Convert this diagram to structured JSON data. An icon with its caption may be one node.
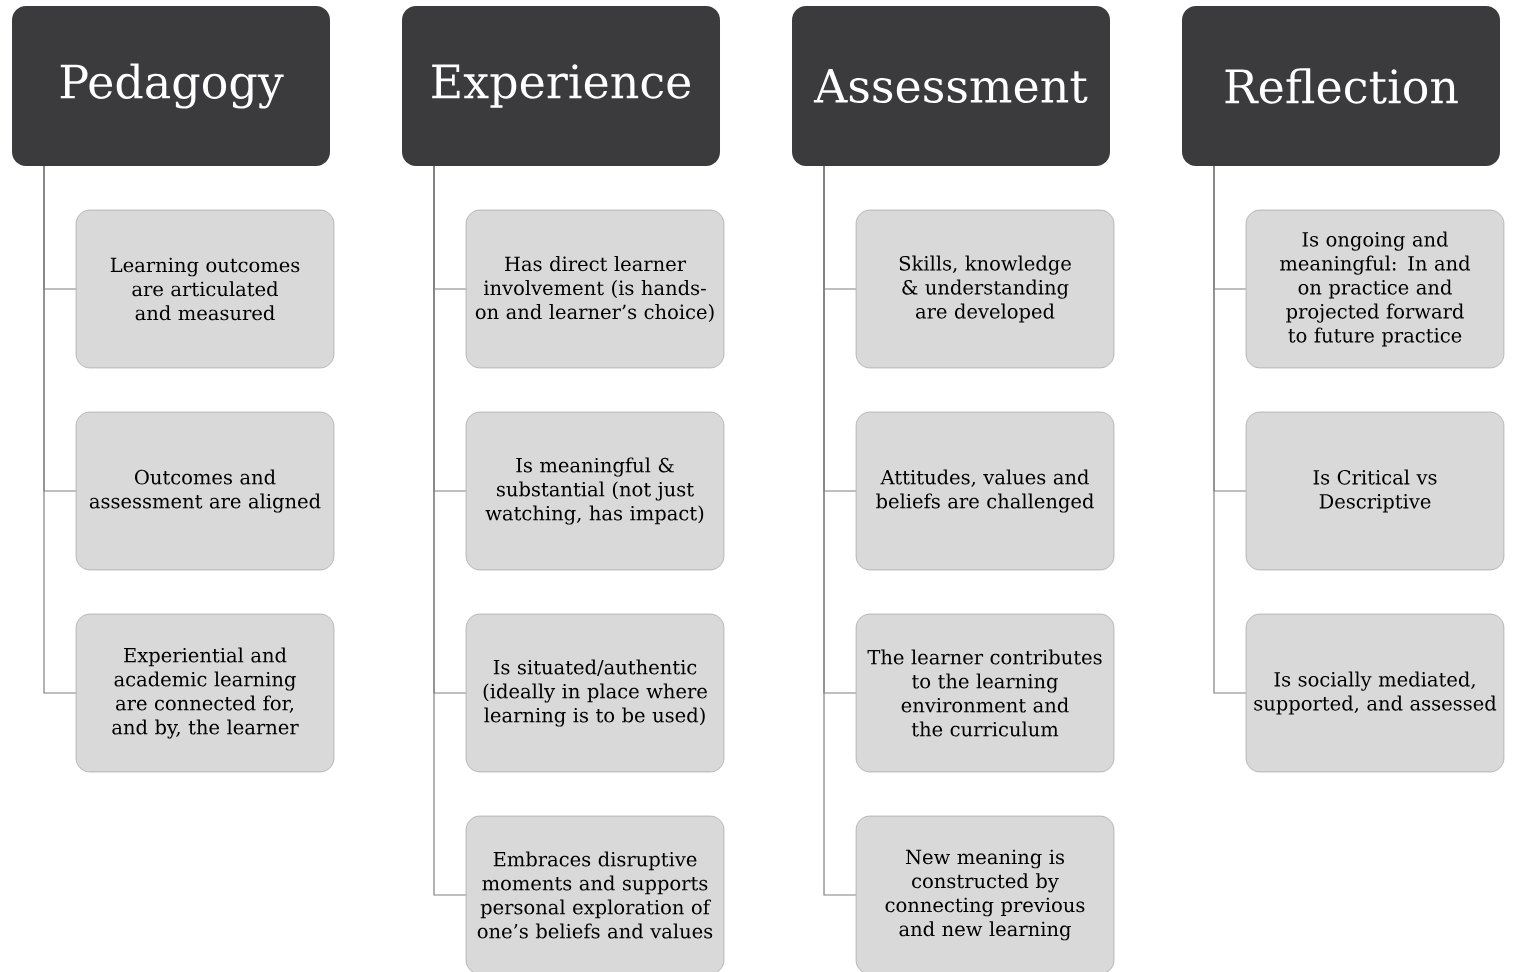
{
  "diagram": {
    "nodes": [
      {
        "text": [
          "Pedagogy"
        ]
      },
      {
        "text": [
          "Learning outcomes are articulated and measured"
        ]
      },
      {
        "text": [
          "Outcomes and assessment are aligned"
        ]
      },
      {
        "text": [
          "Experiential and academic learning are connected for, and by, the learner"
        ]
      },
      {
        "text": [
          "Experience"
        ]
      },
      {
        "text": [
          "Has direct learner involvement (is hands-on and learner’s choice)"
        ]
      },
      {
        "text": [
          "Is meaningful & substantial (not just watching, has impact)"
        ]
      },
      {
        "text": [
          "Is situated/authentic (ideally in place where learning is to be used)"
        ]
      },
      {
        "text": [
          "Embraces disruptive moments and supports personal exploration of one’s beliefs and values"
        ]
      },
      {
        "text": [
          "Assessment"
        ]
      },
      {
        "text": [
          "Skills, knowledge & understanding are developed"
        ]
      },
      {
        "text": [
          "Attitudes, values and beliefs are challenged"
        ]
      },
      {
        "text": [
          "The learner contributes to the learning environment and the curriculum"
        ]
      },
      {
        "text": [
          "New meaning is constructed by connecting previous and new learning"
        ]
      },
      {
        "text": [
          "Reflection"
        ]
      },
      {
        "text": [
          "Is ongoing and meaningful: In and on practice and projected forward to future practice"
        ]
      },
      {
        "text": [
          "Is Critical vs Descriptive"
        ]
      },
      {
        "text": [
          "Is socially mediated, supported, and assessed"
        ]
      }
    ],
    "edges": [
      {
        "from": 0,
        "to": 1,
        "arrow": "none"
      },
      {
        "from": 0,
        "to": 2,
        "arrow": "none"
      },
      {
        "from": 0,
        "to": 3,
        "arrow": "none"
      },
      {
        "from": 4,
        "to": 5,
        "arrow": "none"
      },
      {
        "from": 4,
        "to": 6,
        "arrow": "none"
      },
      {
        "from": 4,
        "to": 7,
        "arrow": "none"
      },
      {
        "from": 4,
        "to": 8,
        "arrow": "none"
      },
      {
        "from": 9,
        "to": 10,
        "arrow": "none"
      },
      {
        "from": 9,
        "to": 11,
        "arrow": "none"
      },
      {
        "from": 9,
        "to": 12,
        "arrow": "none"
      },
      {
        "from": 9,
        "to": 13,
        "arrow": "none"
      },
      {
        "from": 14,
        "to": 15,
        "arrow": "none"
      },
      {
        "from": 14,
        "to": 16,
        "arrow": "none"
      },
      {
        "from": 14,
        "to": 17,
        "arrow": "none"
      }
    ]
  }
}
